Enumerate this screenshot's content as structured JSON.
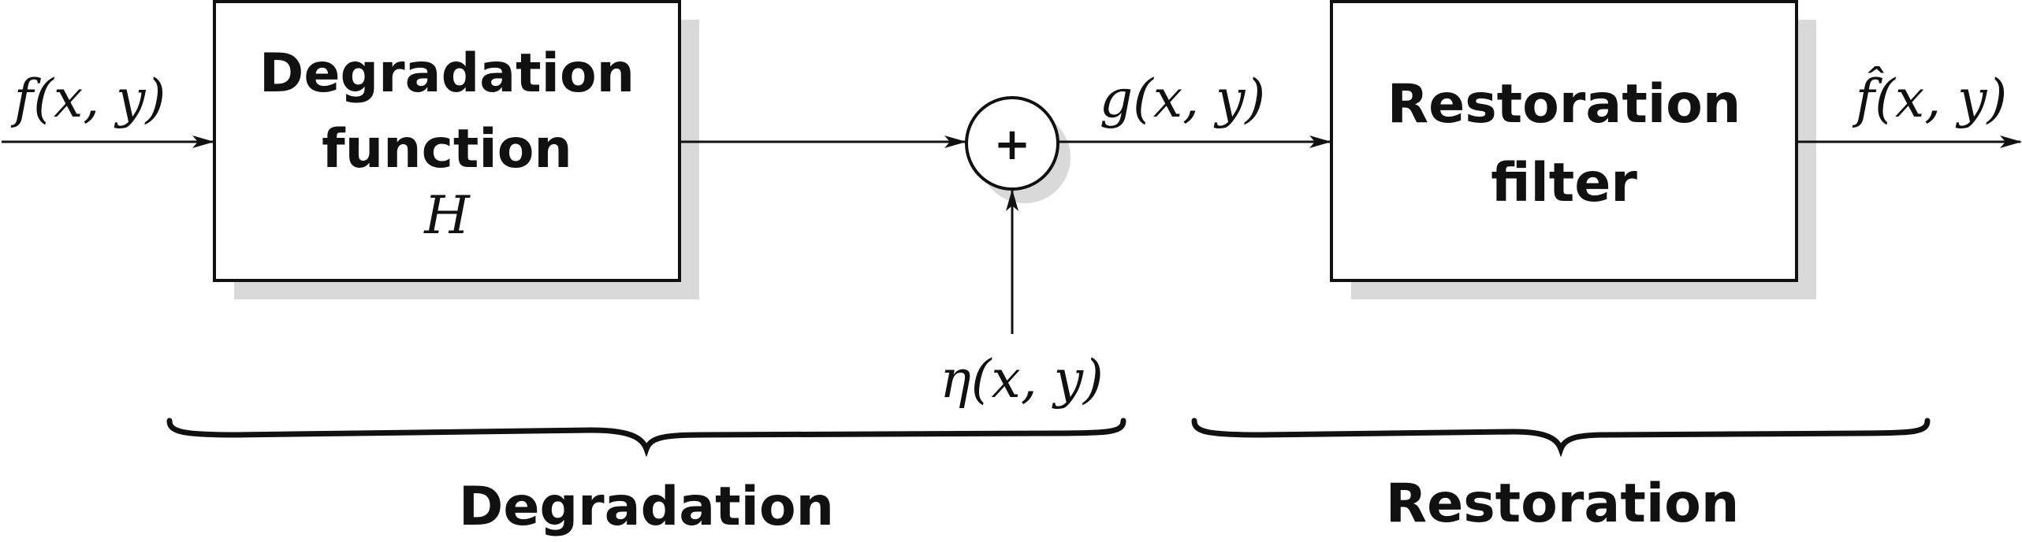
{
  "input_signal": "f(x, y)",
  "degradation_block": {
    "line1": "Degradation",
    "line2": "function",
    "symbol": "H"
  },
  "adder": {
    "symbol": "+"
  },
  "noise_signal": "η(x, y)",
  "degraded_signal": "g(x, y)",
  "restoration_block": {
    "line1": "Restoration",
    "line2": "filter"
  },
  "output_signal": "f̂(x, y)",
  "groups": {
    "degradation": "Degradation",
    "restoration": "Restoration"
  },
  "colors": {
    "stroke": "#111111",
    "shadow": "#d9d9d9"
  }
}
